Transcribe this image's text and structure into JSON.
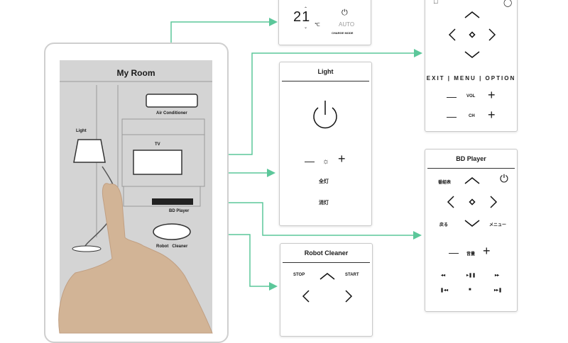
{
  "colors": {
    "connector": "#5cc79a",
    "device_bg": "#d4d4d4",
    "panel_border": "#c9c9c9"
  },
  "device": {
    "title": "My Room",
    "appliance_labels": {
      "air_conditioner": "Air Conditioner",
      "light": "Light",
      "tv": "TV",
      "bd_player": "BD Player",
      "robot_cleaner": "Robot   Cleaner"
    }
  },
  "ac_remote": {
    "temperature": "21",
    "unit": "℃",
    "mode": "AUTO",
    "mode_button": "CHARGE MODE"
  },
  "tv_remote": {
    "menu_row": [
      "EXIT",
      "MENU",
      "OPTION"
    ],
    "vol_label": "VOL",
    "ch_label": "CH",
    "minus": "—",
    "plus": "+"
  },
  "light_remote": {
    "title": "Light",
    "all_on": "全灯",
    "all_off": "消灯",
    "minus": "—",
    "plus": "+",
    "brightness_icon": "☼"
  },
  "bd_remote": {
    "title": "BD Player",
    "program_guide": "番組表",
    "back": "戻る",
    "menu": "メニュー",
    "volume": "音量",
    "minus": "—",
    "plus": "+",
    "rewind": "◂◂",
    "play_pause": "▸❚❚",
    "fast_forward": "▸▸",
    "prev": "❚◂◂",
    "stop": "■",
    "next": "▸▸❚"
  },
  "robot_remote": {
    "title": "Robot Cleaner",
    "stop": "STOP",
    "start": "START"
  }
}
